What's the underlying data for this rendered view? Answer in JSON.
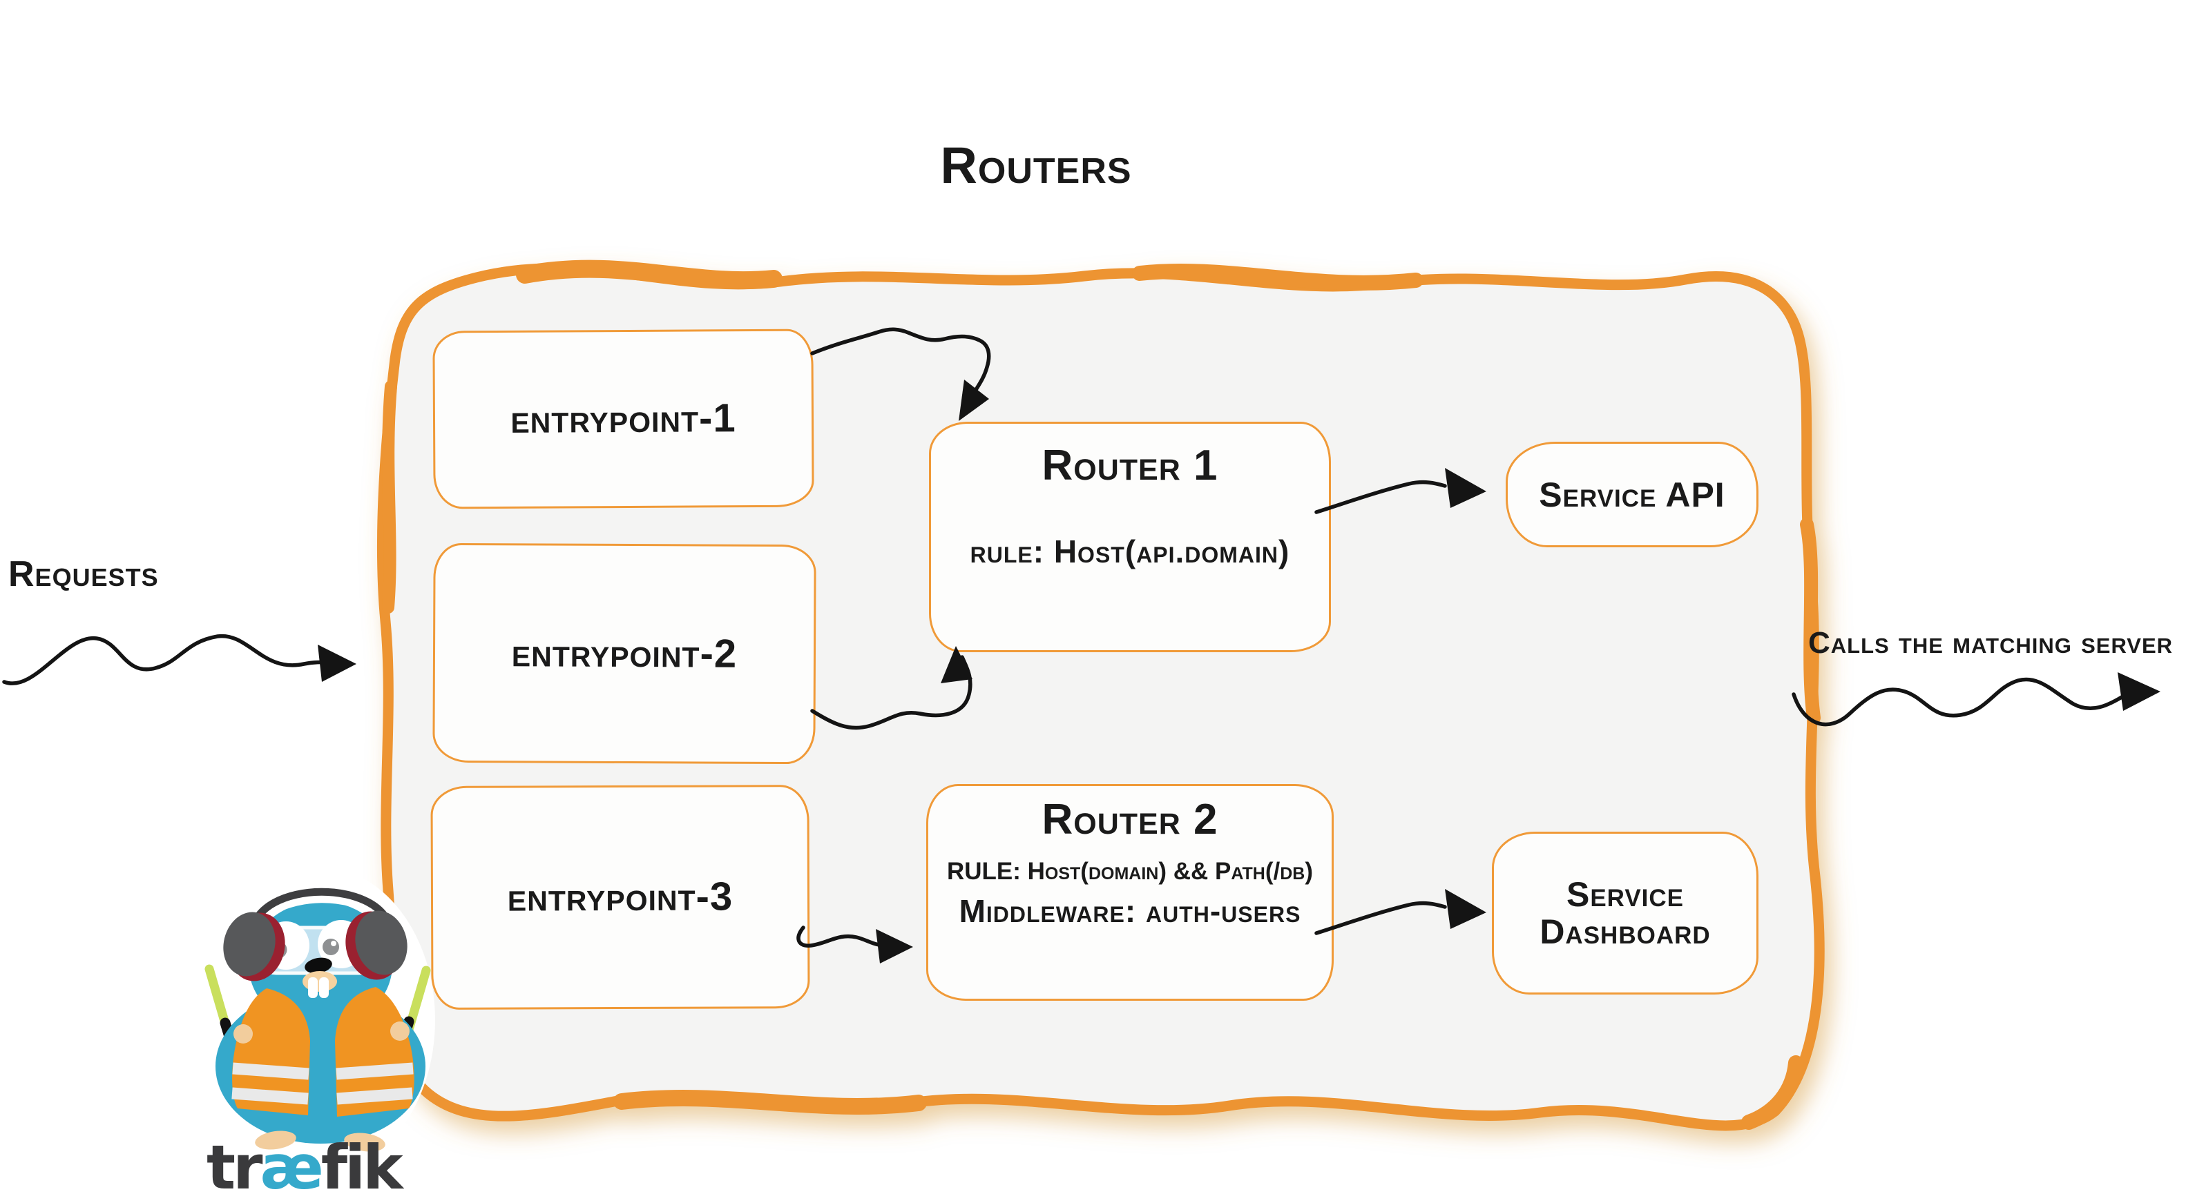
{
  "title": "Routers",
  "left_label": "Requests",
  "right_label": "Calls the matching server",
  "entrypoints": [
    {
      "label": "entrypoint-1"
    },
    {
      "label": "entrypoint-2"
    },
    {
      "label": "entrypoint-3"
    }
  ],
  "routers": [
    {
      "title": "Router 1",
      "rule": "rule: Host(api.domain)"
    },
    {
      "title": "Router 2",
      "rule": "RULE: Host(domain) && Path(/db)",
      "middleware": "Middleware: auth-users"
    }
  ],
  "services": [
    {
      "line1": "Service API"
    },
    {
      "line1": "Service",
      "line2": "Dashboard"
    }
  ],
  "logo": {
    "part1": "tr",
    "part2": "æ",
    "part3": "fik"
  },
  "colors": {
    "container_border": "#ED9430",
    "box_border": "#F09A38",
    "container_fill": "#F4F4F3",
    "ink": "#161616",
    "gopher_blue": "#35A9CB",
    "vest_orange": "#F09422",
    "stick_green": "#C9DF5D",
    "headphone_gray": "#57585A",
    "headphone_red": "#9A2130",
    "logo_gray": "#3A3A3C"
  }
}
